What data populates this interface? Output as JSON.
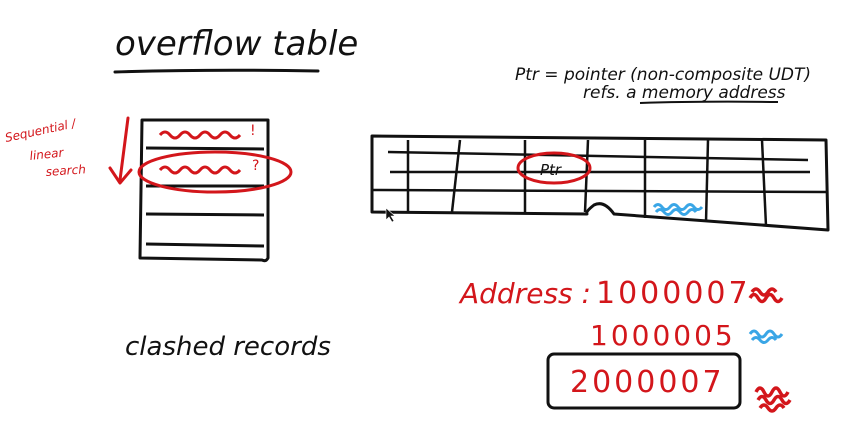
{
  "title": "overflow table",
  "side_note": {
    "line1": "Sequential /",
    "line2": "linear",
    "line3": "search"
  },
  "caption": "clashed records",
  "definition": {
    "line1": "Ptr = pointer (non-composite UDT)",
    "line2": "refs. a memory address"
  },
  "table_cell_label": "Ptr",
  "addresses": {
    "label": "Address :",
    "values": [
      "1000007",
      "1000005",
      "2000007"
    ]
  },
  "colors": {
    "ink": "#111111",
    "red": "#d3161b",
    "blue": "#3aa6e6"
  }
}
